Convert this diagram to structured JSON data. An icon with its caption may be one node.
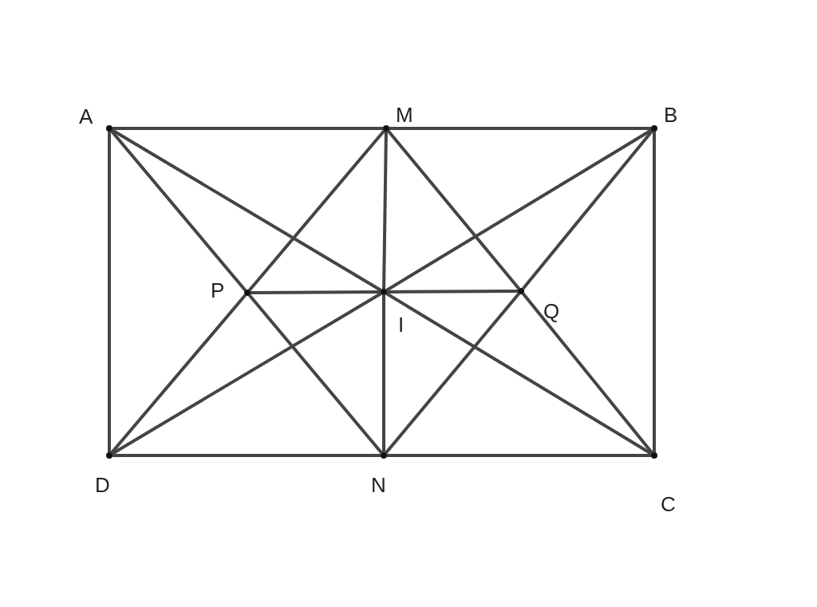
{
  "diagram": {
    "nodes": [
      {
        "text": [
          "A"
        ]
      },
      {
        "text": [
          "M"
        ]
      },
      {
        "text": [
          "B"
        ]
      },
      {
        "text": [
          "P"
        ]
      },
      {
        "text": [
          "I"
        ]
      },
      {
        "text": [
          "Q"
        ]
      },
      {
        "text": [
          "D"
        ]
      },
      {
        "text": [
          "N"
        ]
      },
      {
        "text": [
          "C"
        ]
      }
    ],
    "edges": [
      {
        "from": 0,
        "to": 1,
        "arrow": "none"
      },
      {
        "from": 1,
        "to": 2,
        "arrow": "none"
      },
      {
        "from": 6,
        "to": 7,
        "arrow": "none"
      },
      {
        "from": 7,
        "to": 8,
        "arrow": "none"
      },
      {
        "from": 0,
        "to": 6,
        "arrow": "none"
      },
      {
        "from": 2,
        "to": 8,
        "arrow": "none"
      },
      {
        "from": 0,
        "to": 4,
        "arrow": "none"
      },
      {
        "from": 4,
        "to": 8,
        "arrow": "none"
      },
      {
        "from": 2,
        "to": 4,
        "arrow": "none"
      },
      {
        "from": 4,
        "to": 6,
        "arrow": "none"
      },
      {
        "from": 1,
        "to": 4,
        "arrow": "none"
      },
      {
        "from": 4,
        "to": 7,
        "arrow": "none"
      },
      {
        "from": 0,
        "to": 3,
        "arrow": "none"
      },
      {
        "from": 3,
        "to": 7,
        "arrow": "none"
      },
      {
        "from": 6,
        "to": 3,
        "arrow": "none"
      },
      {
        "from": 3,
        "to": 1,
        "arrow": "none"
      },
      {
        "from": 1,
        "to": 5,
        "arrow": "none"
      },
      {
        "from": 5,
        "to": 8,
        "arrow": "none"
      },
      {
        "from": 2,
        "to": 5,
        "arrow": "none"
      },
      {
        "from": 5,
        "to": 7,
        "arrow": "none"
      },
      {
        "from": 3,
        "to": 4,
        "arrow": "none"
      },
      {
        "from": 4,
        "to": 5,
        "arrow": "none"
      }
    ]
  }
}
